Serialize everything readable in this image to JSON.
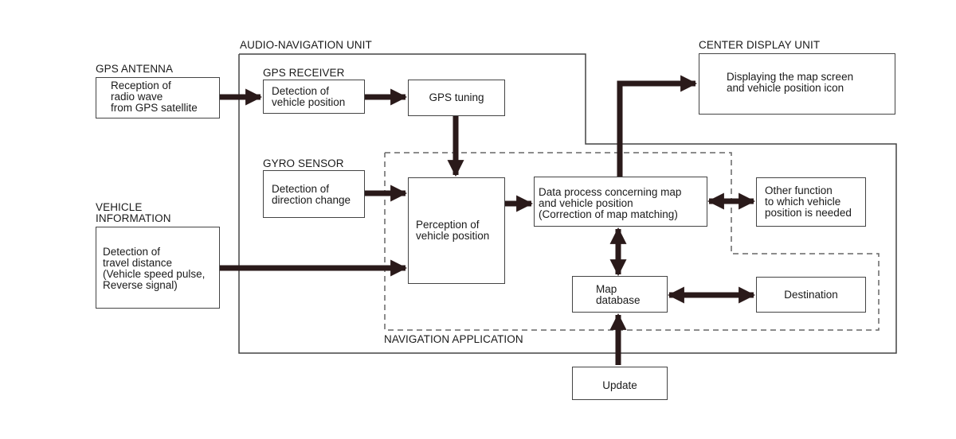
{
  "units": {
    "audio_navigation": "AUDIO-NAVIGATION UNIT",
    "center_display": "CENTER DISPLAY UNIT",
    "navigation_application": "NAVIGATION APPLICATION"
  },
  "groups": {
    "gps_antenna": "GPS ANTENNA",
    "gps_receiver": "GPS RECEIVER",
    "gyro_sensor": "GYRO SENSOR",
    "vehicle_information": "VEHICLE\nINFORMATION"
  },
  "nodes": {
    "reception": "Reception of\nradio wave\nfrom GPS satellite",
    "detection_position": "Detection of\nvehicle position",
    "gps_tuning": "GPS tuning",
    "display_map": "Displaying the map screen\nand vehicle position icon",
    "detection_direction": "Detection of\ndirection change",
    "perception": "Perception of\nvehicle position",
    "data_process": "Data process concerning map\nand vehicle position\n(Correction of map matching)",
    "other_function": "Other function\nto which vehicle\nposition is needed",
    "detection_distance": "Detection of\ntravel distance\n(Vehicle speed pulse,\nReverse signal)",
    "map_database": "Map\ndatabase",
    "destination": "Destination",
    "update": "Update"
  }
}
